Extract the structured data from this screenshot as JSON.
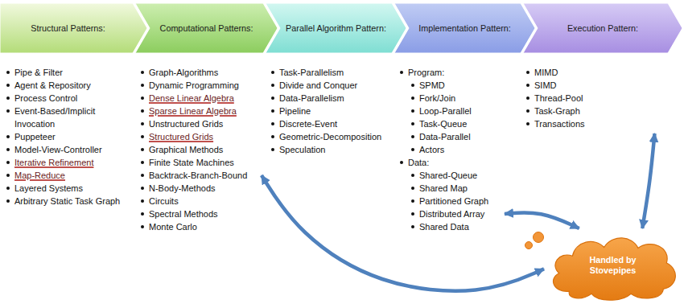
{
  "diagram": {
    "nodes": [
      {
        "text": [
          "Structural Patterns:"
        ]
      },
      {
        "text": [
          "Computational Patterns:"
        ]
      },
      {
        "text": [
          "Parallel Algorithm Pattern:"
        ]
      },
      {
        "text": [
          "Implementation Pattern:"
        ]
      },
      {
        "text": [
          "Execution Pattern:"
        ]
      },
      {
        "text": [
          "Pipe & Filter",
          "Agent & Repository",
          "Process Control",
          "Event-Based/Implicit Invocation",
          "Puppeteer",
          "Model-View-Controller",
          "Iterative Refinement",
          "Map-Reduce",
          "Layered Systems",
          "Arbitrary Static Task Graph"
        ]
      },
      {
        "text": [
          "Graph-Algorithms",
          "Dynamic Programming",
          "Dense Linear Algebra",
          "Sparse Linear Algebra",
          "Unstructured Grids",
          "Structured Grids",
          "Graphical Methods",
          "Finite State Machines",
          "Backtrack-Branch-Bound",
          "N-Body-Methods",
          "Circuits",
          "Spectral Methods",
          "Monte Carlo"
        ]
      },
      {
        "text": [
          "Task-Parallelism",
          "Divide and Conquer",
          "Data-Parallelism",
          "Pipeline",
          "Discrete-Event",
          "Geometric-Decomposition",
          "Speculation"
        ]
      },
      {
        "text": [
          "Program:",
          "SPMD",
          "Fork/Join",
          "Loop-Parallel",
          "Task-Queue",
          "Data-Parallel",
          "Actors",
          "Data:",
          "Shared-Queue",
          "Shared Map",
          "Partitioned Graph",
          "Distributed Array",
          "Shared Data"
        ]
      },
      {
        "text": [
          "MIMD",
          "SIMD",
          "Thread-Pool",
          "Task-Graph",
          "Transactions"
        ]
      },
      {
        "text": [
          "Handled by Stovepipes"
        ]
      }
    ],
    "edges": [
      {
        "from": 6,
        "to": 10,
        "arrow": "both"
      },
      {
        "from": 8,
        "to": 10,
        "arrow": "both"
      },
      {
        "from": 9,
        "to": 10,
        "arrow": "both"
      }
    ]
  }
}
